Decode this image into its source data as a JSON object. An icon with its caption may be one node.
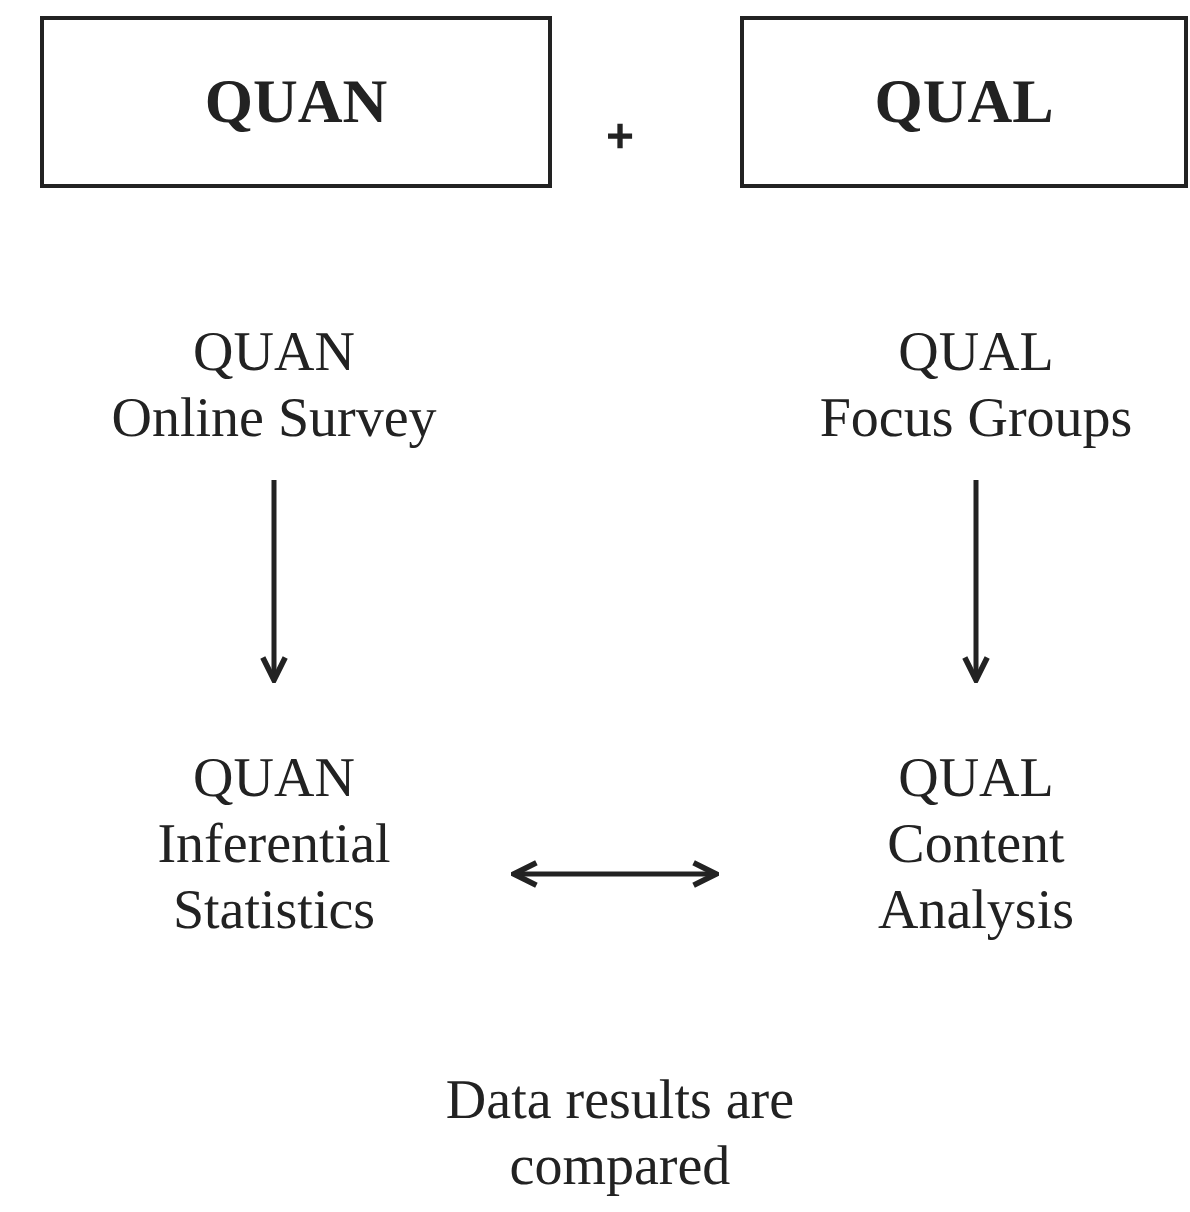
{
  "diagram": {
    "nodes": [
      {
        "text": [
          "QUAN"
        ]
      },
      {
        "text": [
          "QUAL"
        ]
      },
      {
        "text": [
          "QUAN",
          "Online Survey"
        ]
      },
      {
        "text": [
          "QUAL",
          "Focus Groups"
        ]
      },
      {
        "text": [
          "QUAN",
          "Inferential Statistics"
        ]
      },
      {
        "text": [
          "QUAL",
          "Content Analysis"
        ]
      }
    ],
    "edges": [
      {
        "from": 2,
        "to": 4,
        "arrow": "to"
      },
      {
        "from": 3,
        "to": 5,
        "arrow": "to"
      },
      {
        "from": 4,
        "to": 5,
        "arrow": "both"
      }
    ],
    "labels": [
      "+",
      "Data results are compared"
    ]
  }
}
